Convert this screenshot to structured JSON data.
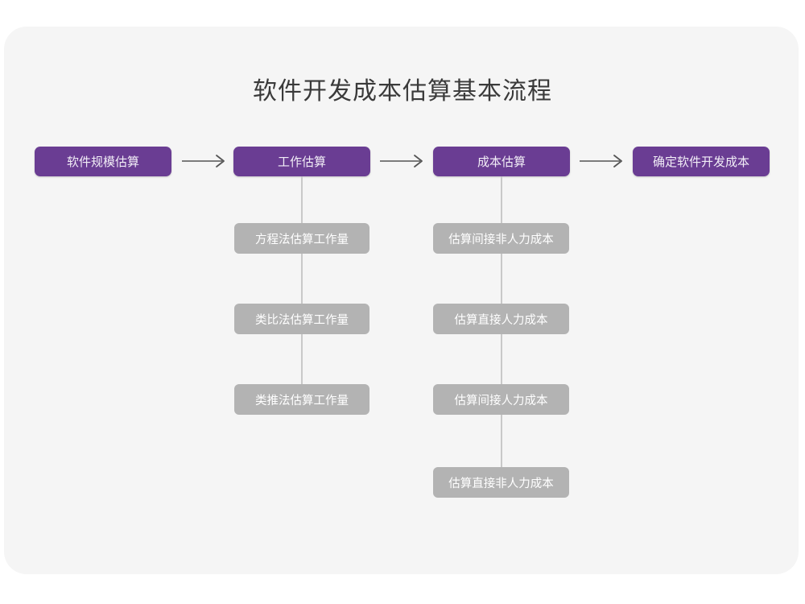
{
  "meta": {
    "title": "软件开发成本估算基本流程",
    "colors": {
      "background": "#ffffff",
      "card": "#f5f5f5",
      "stage_purple": "#6a3d93",
      "substep_gray": "#b3b3b3",
      "connector_gray": "#c9c9c9",
      "arrow_gray": "#555555",
      "title_text": "#3a3a3a",
      "box_text": "#ffffff"
    }
  },
  "flow": {
    "stages": [
      {
        "label": "软件规模估算",
        "substeps": []
      },
      {
        "label": "工作估算",
        "substeps": [
          "方程法估算工作量",
          "类比法估算工作量",
          "类推法估算工作量"
        ]
      },
      {
        "label": "成本估算",
        "substeps": [
          "估算间接非人力成本",
          "估算直接人力成本",
          "估算间接人力成本",
          "估算直接非人力成本"
        ]
      },
      {
        "label": "确定软件开发成本",
        "substeps": []
      }
    ],
    "arrows": [
      {
        "name": "arrow-right-icon",
        "from": "软件规模估算",
        "to": "工作估算"
      },
      {
        "name": "arrow-right-icon",
        "from": "工作估算",
        "to": "成本估算"
      },
      {
        "name": "arrow-right-icon",
        "from": "成本估算",
        "to": "确定软件开发成本"
      }
    ]
  }
}
